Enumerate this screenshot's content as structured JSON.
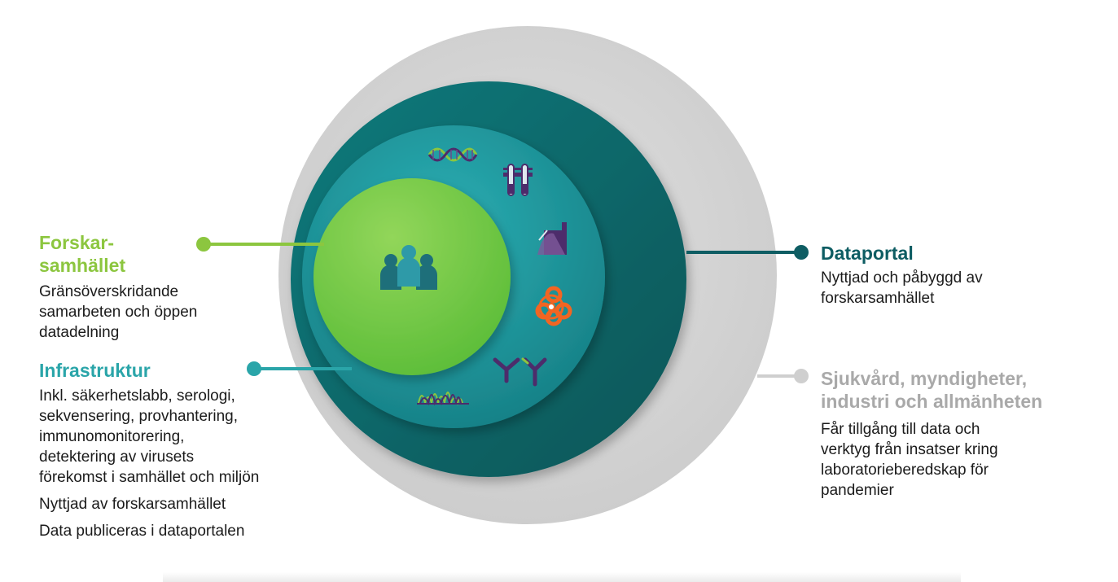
{
  "labels": {
    "research": {
      "title_lines": [
        "Forskar-",
        "samhället"
      ],
      "body_lines": [
        "Gränsöverskridande",
        "samarbeten och öppen",
        "datadelning"
      ]
    },
    "infrastructure": {
      "title": "Infrastruktur",
      "body_lines": [
        "Inkl. säkerhetslabb, serologi,",
        "sekvensering, provhantering,",
        "immunomonitorering,",
        "detektering av virusets",
        "förekomst i samhället och miljön"
      ],
      "note1": "Nyttjad av forskarsamhället",
      "note2": "Data publiceras i dataportalen"
    },
    "dataportal": {
      "title": "Dataportal",
      "body_lines": [
        "Nyttjad och påbyggd av",
        "forskarsamhället"
      ]
    },
    "society": {
      "title_lines": [
        "Sjukvård, myndigheter,",
        "industri och allmänheten"
      ],
      "body_lines": [
        "Får tillgång till data och",
        "verktyg från insatser kring",
        "laboratorieberedskap för",
        "pandemier"
      ]
    }
  },
  "icons": [
    "people-icon",
    "dna-icon",
    "test-tubes-icon",
    "lab-equipment-icon",
    "biohazard-icon",
    "antibody-icon",
    "sequencing-chromatogram-icon"
  ],
  "colors": {
    "outer_circle": "#d4d4d4",
    "dark_teal": "#0c6668",
    "mid_teal": "#1f9aa0",
    "green_center": "#7ccc48",
    "green_accent": "#8cc63f",
    "teal_accent": "#2aa5a9",
    "dark_accent": "#0e5d63",
    "grey_accent": "#cfcfcf",
    "purple_icon": "#4d2c6b",
    "orange_icon": "#f26522"
  }
}
